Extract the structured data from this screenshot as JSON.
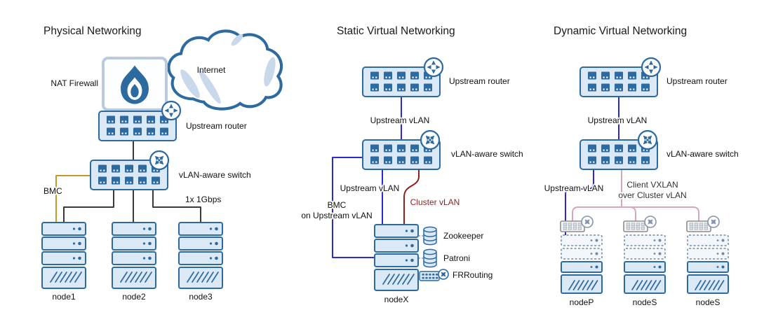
{
  "physical": {
    "title": "Physical Networking",
    "internet_label": "Internet",
    "nat_firewall_label": "NAT Firewall",
    "upstream_router_label": "Upstream router",
    "vlan_switch_label": "vLAN-aware switch",
    "bmc_label": "BMC",
    "bandwidth_label": "1x 1Gbps",
    "nodes": [
      "node1",
      "node2",
      "node3"
    ]
  },
  "static_virtual": {
    "title": "Static Virtual Networking",
    "upstream_router_label": "Upstream router",
    "upstream_vlan_label": "Upstream vLAN",
    "vlan_switch_label": "vLAN-aware switch",
    "upstream_vlan_label2": "Upstream vLAN",
    "cluster_vlan_label": "Cluster vLAN",
    "bmc_label_line1": "BMC",
    "bmc_label_line2": "on Upstream vLAN",
    "services": [
      "Zookeeper",
      "Patroni",
      "FRRouting"
    ],
    "node_label": "nodeX"
  },
  "dynamic_virtual": {
    "title": "Dynamic Virtual Networking",
    "upstream_router_label": "Upstream router",
    "upstream_vlan_label": "Upstream vLAN",
    "vlan_switch_label": "vLAN-aware switch",
    "upstream_vlan_label2": "Upstream vLAN",
    "vxlan_label_line1": "Client VXLAN",
    "vxlan_label_line2": "over Cluster vLAN",
    "nodes": [
      "nodeP",
      "nodeS",
      "nodeS"
    ]
  },
  "colors": {
    "shape_stroke": "#2d6a9f",
    "shape_fill": "#dbe8f5",
    "physical_link": "#3a3a3a",
    "upstream_vlan_link": "#2b2bd6",
    "cluster_vlan_link": "#8e1f1f",
    "bmc_link": "#c49a2a",
    "vxlan_link": "#d5a6bd",
    "virtual_gray": "#8c8c8c"
  },
  "icons": {
    "router_icon": "circle-with-cross-arrows",
    "switch_icon": "circle-with-x-arrows",
    "firewall_icon": "flame",
    "database_icon": "cylinder-stack",
    "internet_icon": "cloud",
    "virtual_switch_icon": "gray-switch-with-badge"
  }
}
